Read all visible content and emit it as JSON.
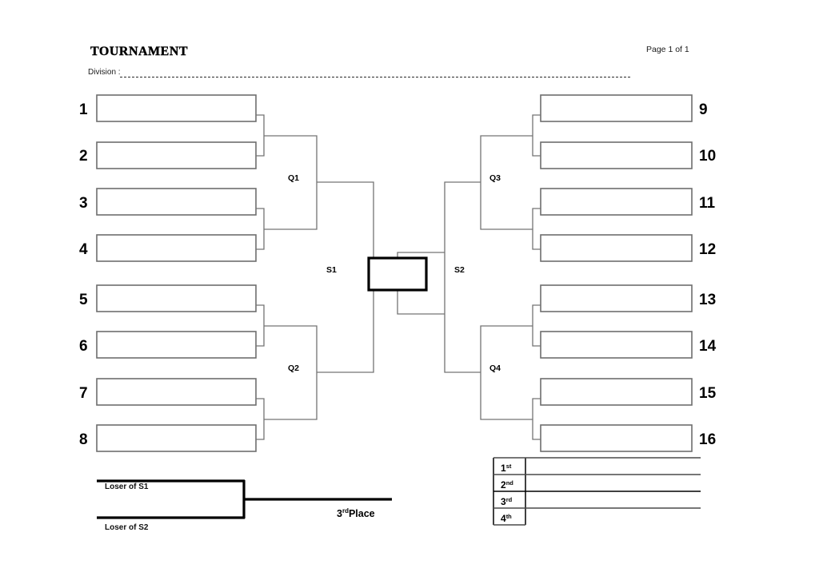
{
  "document": {
    "title": "TOURNAMENT",
    "page_label": "Page 1 of 1",
    "division_label": "Division :",
    "division_value": ""
  },
  "theme": {
    "box_stroke": "#6e6e6e",
    "connector_stroke": "#737373",
    "emphasis_stroke": "#000000",
    "background": "#ffffff"
  },
  "bracket": {
    "type": "single-elimination-16",
    "left_seeds": [
      "1",
      "2",
      "3",
      "4",
      "5",
      "6",
      "7",
      "8"
    ],
    "right_seeds": [
      "9",
      "10",
      "11",
      "12",
      "13",
      "14",
      "15",
      "16"
    ],
    "entry_values": {
      "1": "",
      "2": "",
      "3": "",
      "4": "",
      "5": "",
      "6": "",
      "7": "",
      "8": "",
      "9": "",
      "10": "",
      "11": "",
      "12": "",
      "13": "",
      "14": "",
      "15": "",
      "16": ""
    },
    "quarter_labels": [
      "Q1",
      "Q2",
      "Q3",
      "Q4"
    ],
    "semi_labels": [
      "S1",
      "S2"
    ],
    "final_value": ""
  },
  "consolation": {
    "top_label": "Loser of  S1",
    "bottom_label": "Loser of  S2",
    "result_label_number": "3",
    "result_label_sup": "rd",
    "result_label_text": "Place",
    "top_value": "",
    "bottom_value": "",
    "winner_value": ""
  },
  "placement_table": {
    "rows": [
      {
        "number": "1",
        "suffix": "st",
        "value": ""
      },
      {
        "number": "2",
        "suffix": "nd",
        "value": ""
      },
      {
        "number": "3",
        "suffix": "rd",
        "value": ""
      },
      {
        "number": "4",
        "suffix": "th",
        "value": ""
      }
    ]
  }
}
